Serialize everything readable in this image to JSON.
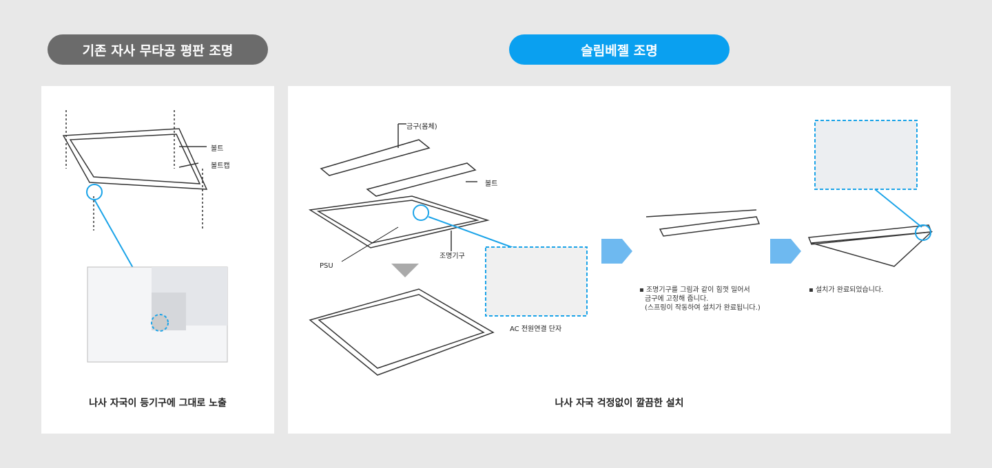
{
  "left": {
    "title": "기존 자사 무타공 평판 조명",
    "labels": {
      "bolt": "볼트",
      "bolt_cap": "볼트캡"
    },
    "caption": "나사 자국이 등기구에 그대로 노출",
    "color": "#6b6b6b"
  },
  "right": {
    "title": "슬림베젤 조명",
    "labels": {
      "bracket": "금구(몸체)",
      "bolt": "볼트",
      "fixture": "조명기구",
      "psu": "PSU",
      "ac": "AC 전원연결 단자"
    },
    "step2_note": [
      "조명기구를 그림과 같이 힘껏 밀어서",
      "금구에 고정해 줍니다.",
      "(스프링이 작동하여 설치가 완료됩니다.)"
    ],
    "step3_note": "설치가 완료되었습니다.",
    "caption": "나사 자국 걱정없이 깔끔한 설치",
    "color": "#0aa0f0"
  }
}
